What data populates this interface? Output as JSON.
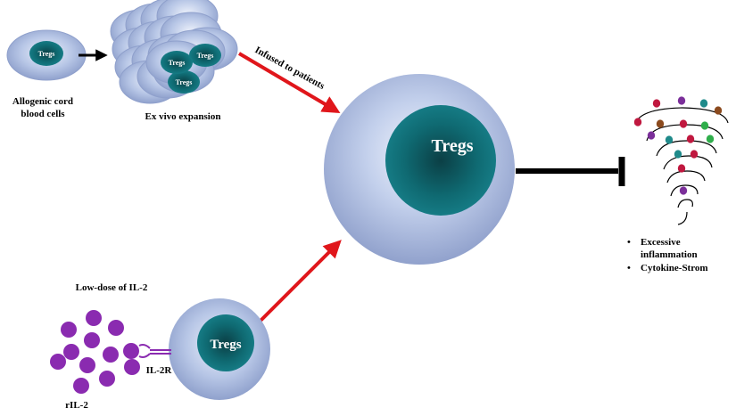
{
  "labels": {
    "allogenic_line1": "Allogenic cord",
    "allogenic_line2": "blood cells",
    "ex_vivo": "Ex vivo expansion",
    "infused": "Infused to patients",
    "low_dose": "Low-dose of IL-2",
    "il2r": "IL-2R",
    "ril2": "rIL-2",
    "tregs": "Tregs",
    "bullet": "•",
    "outcome_1_line1": "Excessive",
    "outcome_1_line2": "inflammation",
    "outcome_2": "Cytokine-Strom"
  },
  "colors": {
    "cell_outer": "#a9b9dd",
    "cell_nucleus": "#0f6d74",
    "arrow_red": "#e0161b",
    "arrow_black": "#000000",
    "il2_purple": "#8a2bb0",
    "storm_dots": [
      "#1f8a8a",
      "#7b2f9a",
      "#c0183f",
      "#8b4a1e",
      "#2fae4b"
    ]
  }
}
